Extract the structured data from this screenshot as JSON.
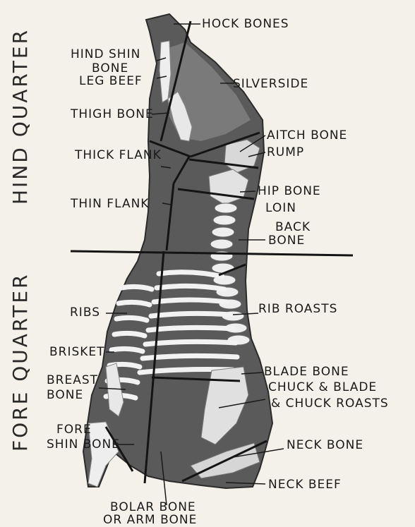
{
  "side_labels": {
    "hind_quarter": "HIND QUARTER",
    "fore_quarter": "FORE QUARTER"
  },
  "labels": {
    "hock_bones": "HOCK BONES",
    "hind_shin_bone_1": "HIND SHIN",
    "hind_shin_bone_2": "BONE",
    "leg_beef": "LEG BEEF",
    "silverside": "SILVERSIDE",
    "thigh_bone": "THIGH BONE",
    "aitch_bone": "AITCH BONE",
    "rump": "RUMP",
    "thick_flank": "THICK FLANK",
    "hip_bone": "HIP BONE",
    "loin": "LOIN",
    "thin_flank": "THIN FLANK",
    "back_bone_1": "BACK",
    "back_bone_2": "BONE",
    "ribs": "RIBS",
    "rib_roasts": "RIB  ROASTS",
    "brisket": "BRISKET",
    "blade_bone": "BLADE BONE",
    "breast_bone_1": "BREAST",
    "breast_bone_2": "BONE",
    "chuck_1": "CHUCK & BLADE",
    "chuck_2": "& CHUCK ROASTS",
    "fore_shin_bone_1": "FORE",
    "fore_shin_bone_2": "SHIN BONE",
    "neck_bone": "NECK BONE",
    "neck_beef": "NECK BEEF",
    "bolar_bone_1": "BOLAR BONE",
    "bolar_bone_2": "OR ARM BONE"
  }
}
